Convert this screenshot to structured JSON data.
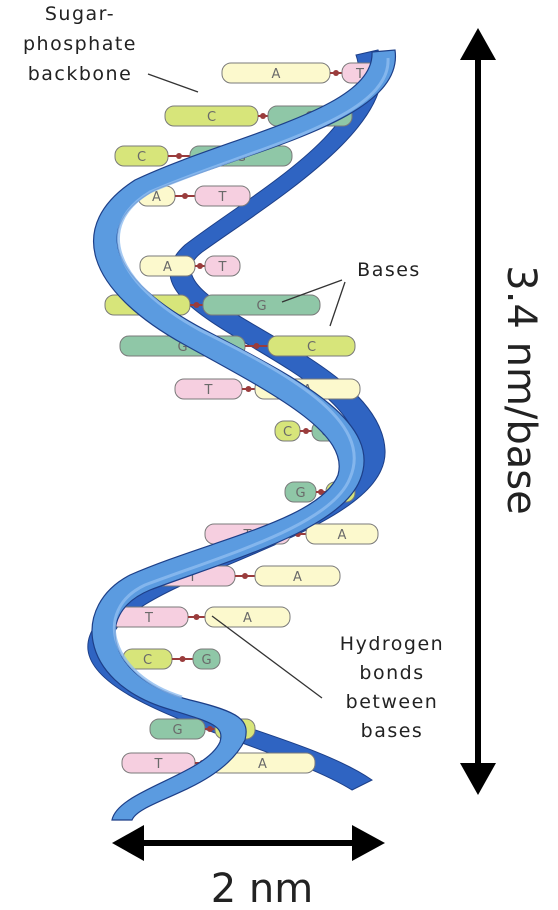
{
  "labels": {
    "backbone": [
      "Sugar-",
      "phosphate",
      "backbone"
    ],
    "bases": "Bases",
    "hbonds": [
      "Hydrogen",
      "bonds",
      "between",
      "bases"
    ],
    "height": "3.4 nm/base",
    "width": "2 nm"
  },
  "colors": {
    "backbone_light": "#5b9be0",
    "backbone_dark": "#2f64c2",
    "backbone_edge": "#1d3f88",
    "A": "#fcf9cd",
    "T": "#f6cfe0",
    "C": "#d7e57a",
    "G": "#8fc7a7",
    "bond": "#9a3c3c",
    "text": "#222222"
  },
  "base_pairs": [
    {
      "left": "A",
      "right": "T"
    },
    {
      "left": "C",
      "right": "G"
    },
    {
      "left": "C",
      "right": "G"
    },
    {
      "left": "A",
      "right": "T"
    },
    {
      "left": "A",
      "right": "T"
    },
    {
      "left": "C",
      "right": "G"
    },
    {
      "left": "G",
      "right": "C"
    },
    {
      "left": "T",
      "right": "A"
    },
    {
      "left": "C",
      "right": "G"
    },
    {
      "left": "G",
      "right": "C"
    },
    {
      "left": "T",
      "right": "A"
    },
    {
      "left": "T",
      "right": "A"
    },
    {
      "left": "T",
      "right": "A"
    },
    {
      "left": "C",
      "right": "G"
    },
    {
      "left": "G",
      "right": "C"
    },
    {
      "left": "T",
      "right": "A"
    }
  ]
}
